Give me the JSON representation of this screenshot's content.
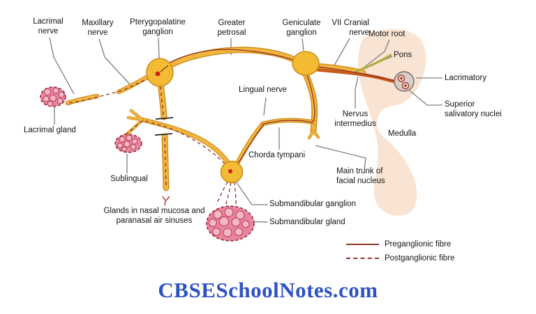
{
  "diagram": {
    "labels": {
      "lacrimal_nerve": "Lacrimal\nnerve",
      "maxillary_nerve": "Maxillary\nnerve",
      "pterygopalatine_ganglion": "Pterygopalatine\nganglion",
      "greater_petrosal": "Greater\npetrosal",
      "geniculate_ganglion": "Geniculate\nganglion",
      "vii_cranial_nerve": "VII Cranial\nnerve",
      "motor_root": "Motor root",
      "pons": "Pons",
      "lacrimatory": "Lacrimatory",
      "superior_salivatory_nuclei": "Superior\nsalivatory nuclei",
      "nervus_intermedius": "Nervus\nintermedius",
      "medulla": "Medulla",
      "lingual_nerve": "Lingual nerve",
      "chorda_tympani": "Chorda tympani",
      "main_trunk_facial_nucleus": "Main trunk of\nfacial nucleus",
      "lacrimal_gland": "Lacrimal gland",
      "sublingual": "Sublingual",
      "glands_nasal_mucosa": "Glands in nasal mucosa and\nparanasal air sinuses",
      "submandibular_ganglion": "Submandibular ganglion",
      "submandibular_gland": "Submandibular gland"
    },
    "legend": {
      "items": [
        {
          "label": "Preganglionic fibre",
          "style": "solid"
        },
        {
          "label": "Postganglionic fibre",
          "style": "dashed"
        }
      ]
    },
    "footer": "CBSESchoolNotes.com",
    "colors": {
      "nerve_fill": "#f2b640",
      "nerve_outline": "#cf8d18",
      "fibre_red": "#8e3226",
      "motor_root_green": "#c6bd58",
      "nervus_intermedius_orange": "#cb5a1d",
      "brainstem_peach": "#f9e3d2",
      "gland_pink": "#e8849b",
      "ganglion_yellow": "#f2bb33",
      "ganglion_dot_red": "#d41c10",
      "footer_blue": "#2e52c5"
    }
  }
}
